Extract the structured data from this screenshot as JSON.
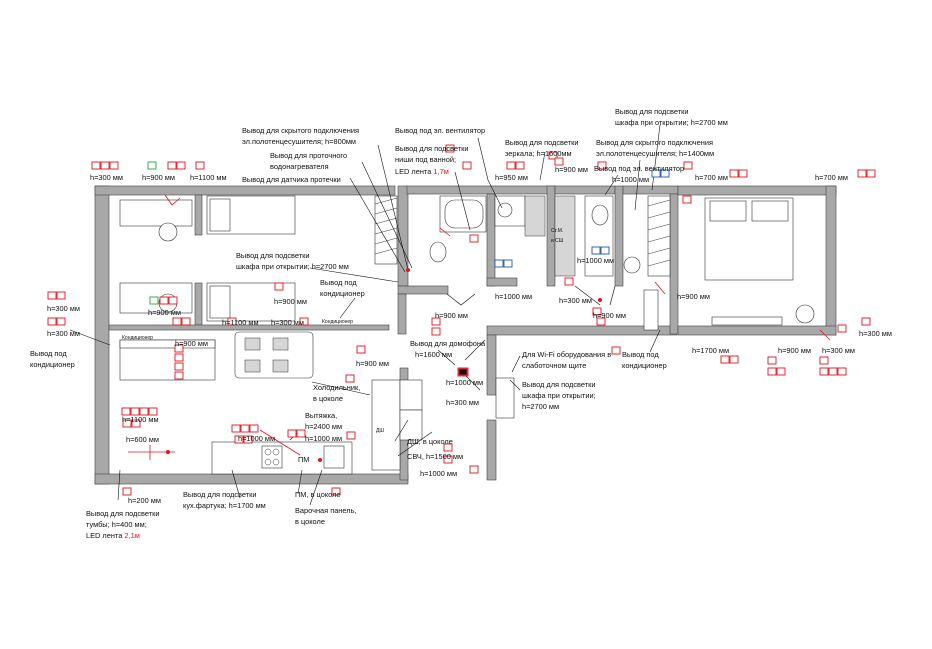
{
  "labels": {
    "hidden_towel": [
      "Вывод для скрытого подключения",
      "эл.полотенцесушителя; h=800мм"
    ],
    "fan": "Вывод под эл. вентилятор",
    "heater": [
      "Вывод для проточного",
      "водонагревателя"
    ],
    "leak": "Вывод для датчика протечки",
    "niche": [
      "Вывод для подсветки",
      "ниши под ванной;"
    ],
    "niche_led": "LED лента",
    "niche_led_len": "1,7м",
    "mirror": [
      "Вывод для подсветки",
      "зеркала; h=1600мм"
    ],
    "wardrobe_top": [
      "Вывод для подсветки",
      "шкафа при открытии; h=2700 мм"
    ],
    "hidden_towel2": [
      "Вывод для скрытого подключения",
      "эл.полотенцесушителя; h=1400мм"
    ],
    "fan2": "Вывод под эл. вентилятор",
    "wardrobe_mid": [
      "Вывод для подсветки",
      "шкафа при открытии; h=2700 мм"
    ],
    "ac_mid": [
      "Вывод под",
      "кондиционер"
    ],
    "intercom": "Вывод для домофона",
    "fridge": [
      "Холодильник,",
      "в цоколе"
    ],
    "hood": [
      "Вытяжка,",
      "h=2400 мм"
    ],
    "dw": "ДШ, в цоколе",
    "mw": "СВЧ, h=1500 мм",
    "wifi": [
      "Для Wi-Fi оборудования в",
      "слаботочном щите"
    ],
    "wardrobe_hall": [
      "Вывод для подсветки",
      "шкафа при открытии;",
      "h=2700 мм"
    ],
    "ac_left": [
      "Вывод под",
      "кондиционер"
    ],
    "ac_right": [
      "Вывод под",
      "кондиционер"
    ],
    "backsplash": [
      "Вывод для подсветки",
      "кух.фартука; h=1700 мм"
    ],
    "pm": "ПМ, в цоколе",
    "hob": [
      "Варочная панель,",
      "в цоколе"
    ],
    "nightstand": [
      "Вывод для подсветки",
      "тумбы; h=400 мм;"
    ],
    "nightstand_led": "LED лента",
    "nightstand_led_len": "2,1м"
  },
  "heights": {
    "h300a": "h=300 мм",
    "h900a": "h=900 мм",
    "h1100a": "h=1100 мм",
    "h900b": "h=900 мм",
    "h1100b": "h=1100 мм",
    "h300b": "h=300 мм",
    "h900c": "h=900 мм",
    "h300c": "h=300 мм",
    "h300d": "h=300 мм",
    "h900d": "h=900 мм",
    "h1600": "h=1600 мм",
    "h900e": "h=900 мм",
    "h1000a": "h=1000 мм",
    "h300e": "h=300 мм",
    "h1000b": "h=1000 мм",
    "h1000c": "h=1000 мм",
    "h1100c": "h=1100 мм",
    "h600": "h=600 мм",
    "h200": "h=200 мм",
    "h1000d": "h=1000 мм",
    "h950": "h=950 мм",
    "h900f": "h=900 мм",
    "h1000e": "h=1000 мм",
    "h1000f": "h=1000 мм",
    "h1000g": "h=1000 мм",
    "h300f": "h=300 мм",
    "h900g": "h=900 мм",
    "h700a": "h=700 мм",
    "h700b": "h=700 мм",
    "h300g": "h=300 мм",
    "h1700": "h=1700 мм",
    "h900h": "h=900 мм",
    "h300h": "h=300 мм",
    "h300i": "h=300 мм",
    "h2700": "h=2700 мм"
  },
  "tags": {
    "ac_unit": "Кондиционер",
    "pm": "ПМ",
    "dsh": "ДШ",
    "stm": "Ст.М.",
    "ish": "и СШ"
  },
  "colors": {
    "wall": "#a8a8a8",
    "socket": "#e0141e",
    "data": "#1f56b8",
    "switch": "#23a23a"
  }
}
